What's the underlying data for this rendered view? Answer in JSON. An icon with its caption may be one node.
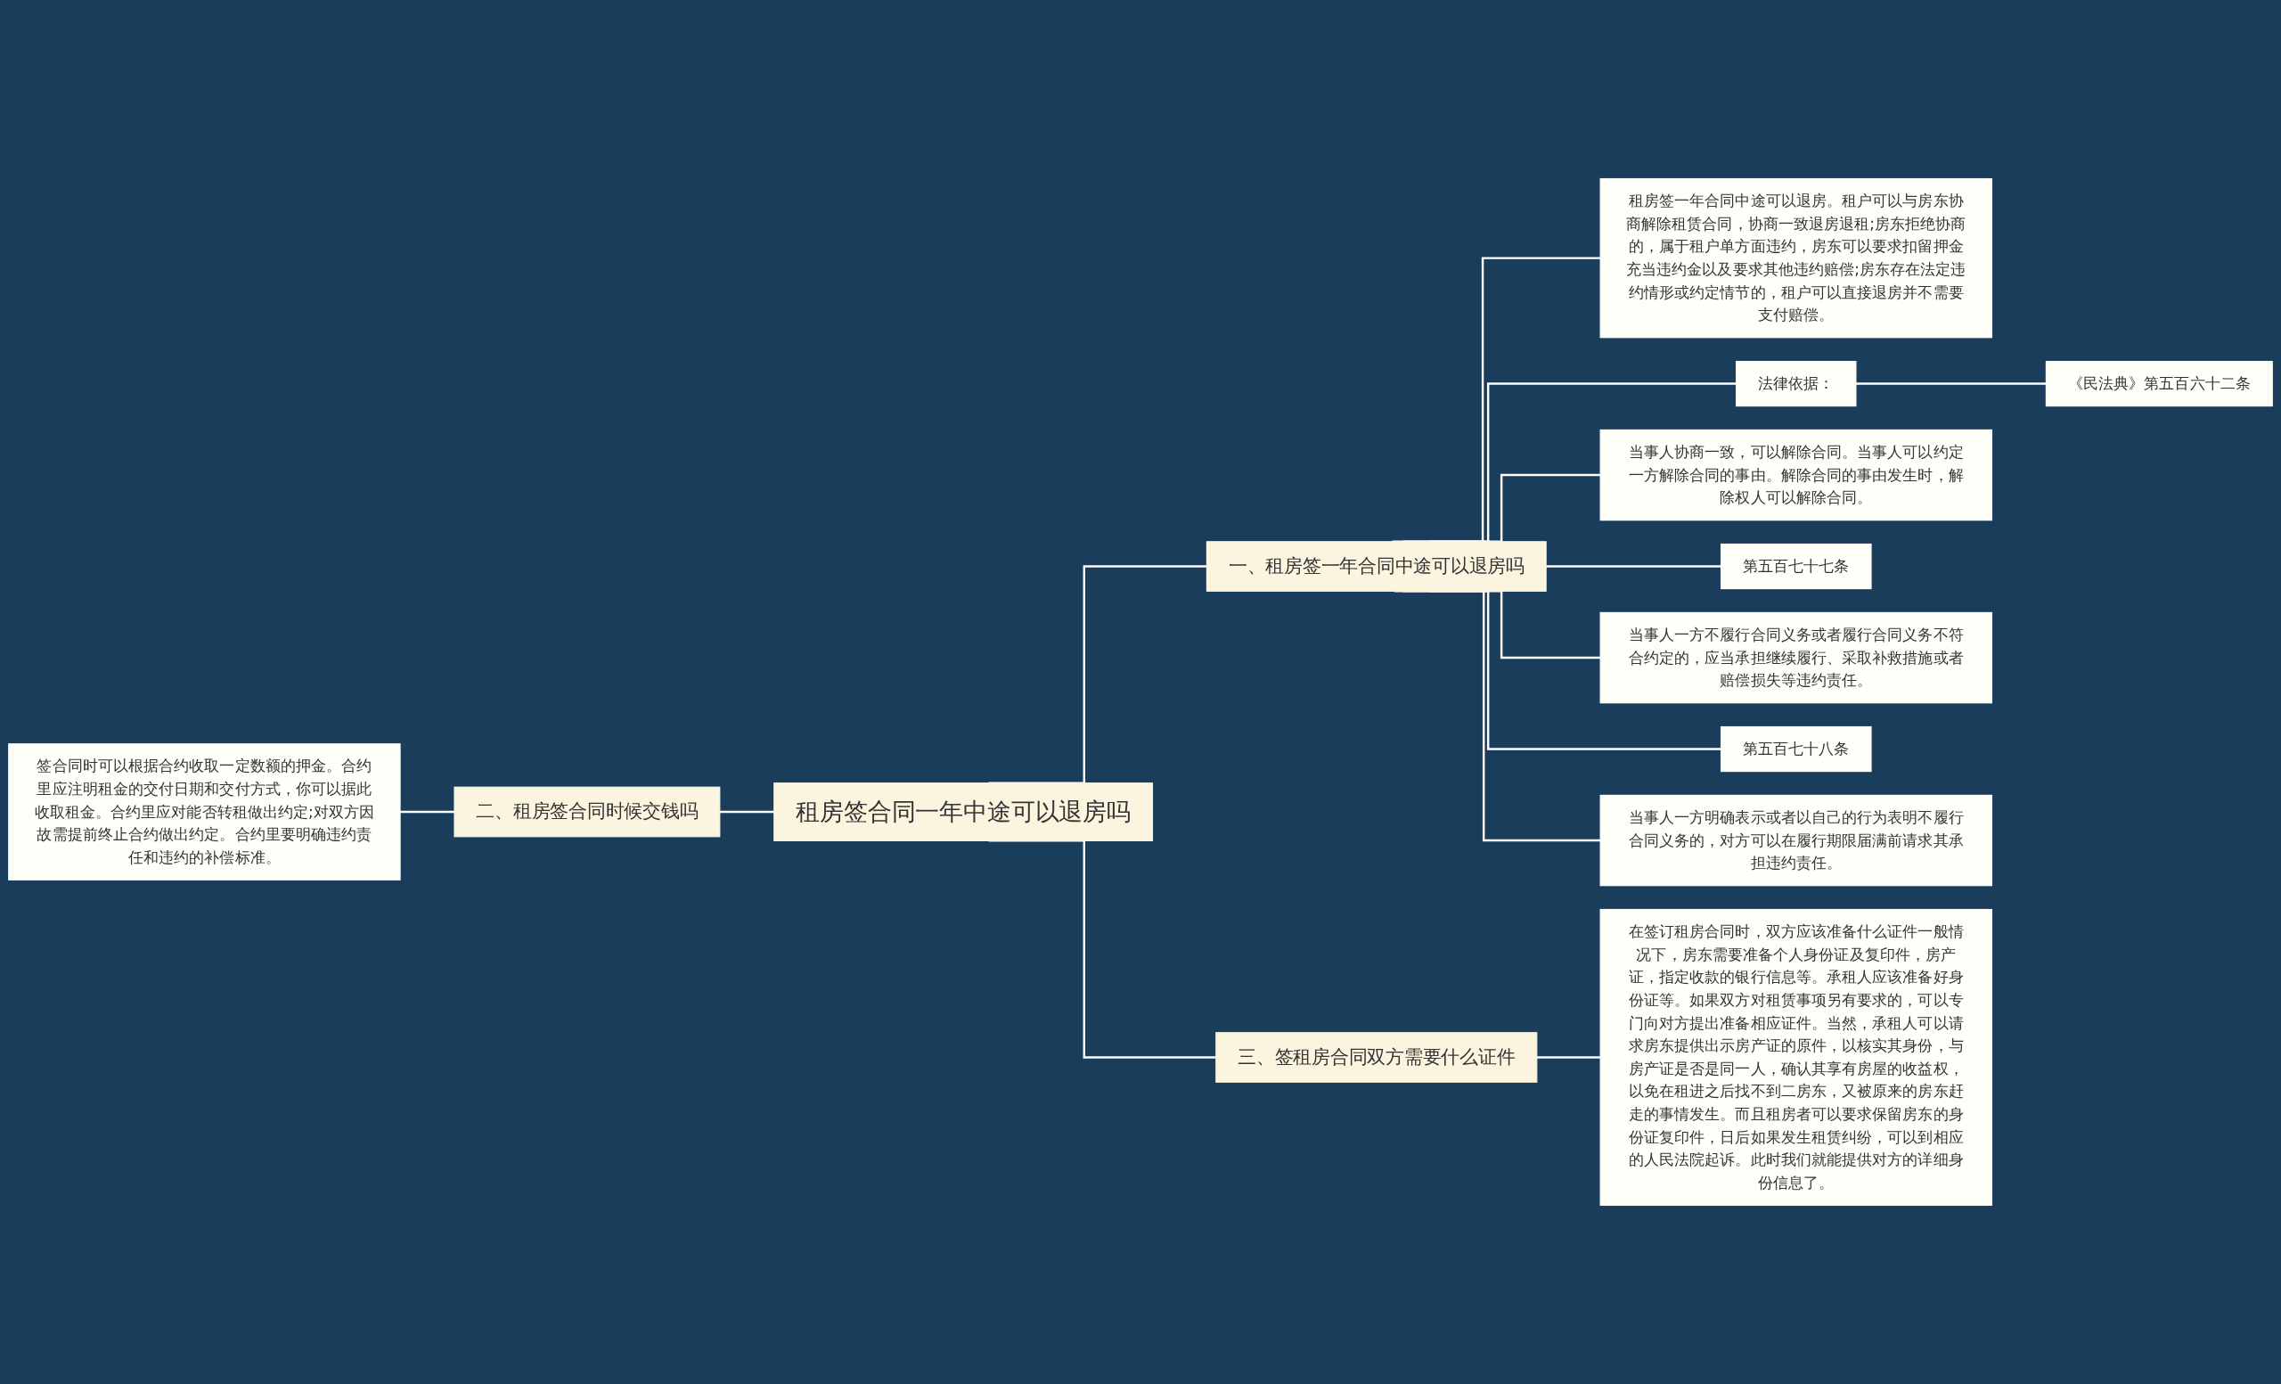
{
  "diagram": {
    "nodes": [
      {
        "text": [
          "租房签合同一年中途可以退房吗"
        ]
      },
      {
        "text": [
          "一、租房签一年合同中途可以退房吗"
        ]
      },
      {
        "text": [
          "租房签一年合同中途可以退房。租户可以与房东协商解除租赁合同，协商一致退房退租;房东拒绝协商的，属于租户单方面违约，房东可以要求扣留押金充当违约金以及要求其他违约赔偿;房东存在法定违约情形或约定情节的，租户可以直接退房并不需要支付赔偿。"
        ]
      },
      {
        "text": [
          "法律依据："
        ]
      },
      {
        "text": [
          "《民法典》第五百六十二条"
        ]
      },
      {
        "text": [
          "当事人协商一致，可以解除合同。当事人可以约定一方解除合同的事由。解除合同的事由发生时，解除权人可以解除合同。"
        ]
      },
      {
        "text": [
          "第五百七十七条"
        ]
      },
      {
        "text": [
          "当事人一方不履行合同义务或者履行合同义务不符合约定的，应当承担继续履行、采取补救措施或者赔偿损失等违约责任。"
        ]
      },
      {
        "text": [
          "第五百七十八条"
        ]
      },
      {
        "text": [
          "当事人一方明确表示或者以自己的行为表明不履行合同义务的，对方可以在履行期限届满前请求其承担违约责任。"
        ]
      },
      {
        "text": [
          "二、租房签合同时候交钱吗"
        ]
      },
      {
        "text": [
          "签合同时可以根据合约收取一定数额的押金。合约里应注明租金的交付日期和交付方式，你可以据此收取租金。合约里应对能否转租做出约定;对双方因故需提前终止合约做出约定。合约里要明确违约责任和违约的补偿标准。"
        ]
      },
      {
        "text": [
          "三、签租房合同双方需要什么证件"
        ]
      },
      {
        "text": [
          "在签订租房合同时，双方应该准备什么证件一般情况下，房东需要准备个人身份证及复印件，房产证，指定收款的银行信息等。承租人应该准备好身份证等。如果双方对租赁事项另有要求的，可以专门向对方提出准备相应证件。当然，承租人可以请求房东提供出示房产证的原件，以核实其身份，与房产证是否是同一人，确认其享有房屋的收益权，以免在租进之后找不到二房东，又被原来的房东赶走的事情发生。而且租房者可以要求保留房东的身份证复印件，日后如果发生租赁纠纷，可以到相应的人民法院起诉。此时我们就能提供对方的详细身份信息了。"
        ]
      }
    ],
    "edges": [
      {
        "from": 0,
        "to": 1,
        "arrow": "none"
      },
      {
        "from": 1,
        "to": 2,
        "arrow": "none"
      },
      {
        "from": 1,
        "to": 3,
        "arrow": "none"
      },
      {
        "from": 3,
        "to": 4,
        "arrow": "none"
      },
      {
        "from": 1,
        "to": 5,
        "arrow": "none"
      },
      {
        "from": 1,
        "to": 6,
        "arrow": "none"
      },
      {
        "from": 1,
        "to": 7,
        "arrow": "none"
      },
      {
        "from": 1,
        "to": 8,
        "arrow": "none"
      },
      {
        "from": 1,
        "to": 9,
        "arrow": "none"
      },
      {
        "from": 11,
        "to": 10,
        "arrow": "none"
      },
      {
        "from": 10,
        "to": 0,
        "arrow": "none"
      },
      {
        "from": 0,
        "to": 12,
        "arrow": "none"
      },
      {
        "from": 12,
        "to": 13,
        "arrow": "none"
      }
    ]
  }
}
